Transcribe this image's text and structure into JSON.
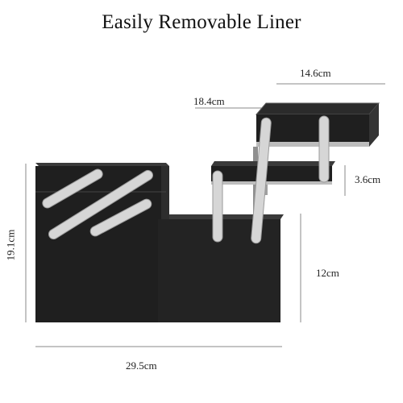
{
  "title": "Easily Removable Liner",
  "dimensions": {
    "top_width": "14.6cm",
    "top_depth": "18.4cm",
    "tray_height": "3.6cm",
    "total_height": "19.1cm",
    "base_height": "12cm",
    "base_width": "29.5cm"
  },
  "colors": {
    "box_body": "#1f1f1f",
    "box_face": "#262626",
    "box_edge": "#5a5a5a",
    "bracket": "#d6d6d6",
    "bracket_edge": "#9a9a9a",
    "dimension_line": "#888888"
  }
}
